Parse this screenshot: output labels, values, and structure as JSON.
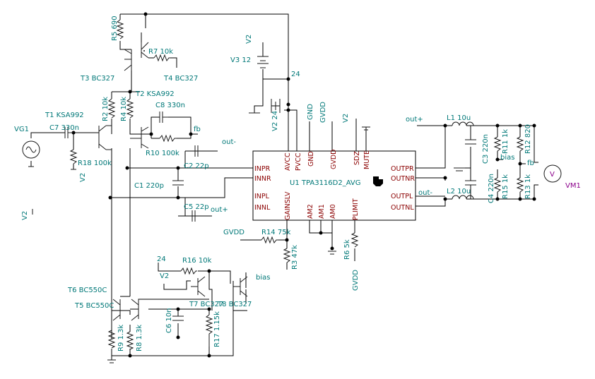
{
  "colors": {
    "label": "#007878",
    "pin": "#8b0000",
    "wire": "#000000",
    "meter": "#8b008b"
  },
  "labels": {
    "r5": "R5 690",
    "r7": "R7 10k",
    "t3": "T3 BC327",
    "t4": "T4 BC327",
    "r2": "R2 10k",
    "r4": "R4 10k",
    "t2": "T2 KSA992",
    "c8": "C8 330n",
    "fb1": "fb",
    "t1": "T1 KSA992",
    "c7": "C7 330n",
    "vg1": "VG1",
    "r18": "R18 100k",
    "v2a": "V2",
    "r10": "R10 100k",
    "out_minus": "out-",
    "c2": "C2 22p",
    "c1": "C1 220p",
    "c5": "C5 22p",
    "out_plus": "out+",
    "v2_top": "V2",
    "v3": "V3 12",
    "net24": "24",
    "v2_24": "V2 24",
    "gnd": "GND",
    "gvdd1": "GVDD",
    "gvdd2": "GVDD",
    "v2b": "V2",
    "out_plus2": "out+",
    "l1": "L1 10u",
    "c3": "C3 220n",
    "r11": "R11 1k",
    "r12": "R12 820",
    "bias1": "bias",
    "fb2": "fb",
    "vm1": "VM1",
    "r15": "R15 1k",
    "r13": "R13 1k",
    "c4": "C4 220n",
    "l2": "L2 10u",
    "out_minus2": "out-",
    "v2c": "V2",
    "gvdd3": "GVDD",
    "r14": "R14 75k",
    "r3": "R3 47k",
    "r6": "R6 5k",
    "gvdd4": "GVDD",
    "net24b": "24",
    "v2d": "V2",
    "r16": "R16 10k",
    "bias2": "bias",
    "t6": "T6 BC550C",
    "t5": "T5 BC550C",
    "t7": "T7 BC327",
    "t8": "T8 BC327",
    "c6": "C6 10n",
    "r17": "R17 1.15k",
    "r9": "R9 1.3k",
    "r8": "R8 1.3k"
  },
  "ic": {
    "name": "U1 TPA3116D2_AVG",
    "pins": {
      "inpr": "INPR",
      "innr": "INNR",
      "inpl": "INPL",
      "innl": "INNL",
      "avcc": "AVCC",
      "pvcc": "PVCC",
      "gnd": "GND",
      "gvdd": "GVDD",
      "sdz": "SDZ",
      "mute": "MUTE",
      "outpr": "OUTPR",
      "outnr": "OUTNR",
      "outpl": "OUTPL",
      "outnl": "OUTNL",
      "gainslv": "GAINSLV",
      "am2": "AM2",
      "am1": "AM1",
      "am0": "AM0",
      "plimit": "PLIMIT"
    }
  },
  "meter_symbol": "V"
}
